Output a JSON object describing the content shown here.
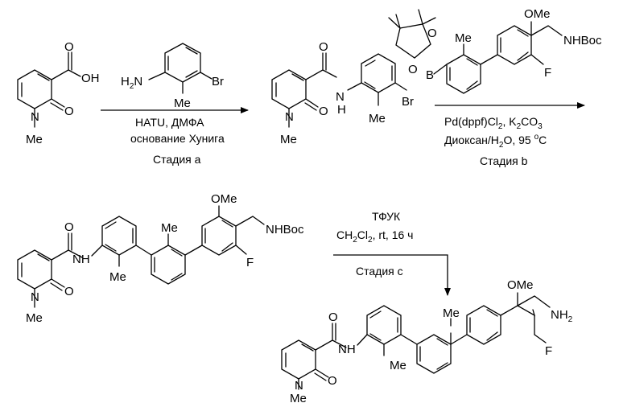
{
  "scheme": {
    "reagent_a": {
      "nh2": "H2N",
      "br": "Br",
      "me": "Me"
    },
    "step_a": {
      "line1": "HATU, ДМФА",
      "line2": "основание Хунига",
      "stage": "Стадия a"
    },
    "step_b": {
      "line1": "Pd(dppf)Cl2, K2CO3",
      "line2": "Диоксан/H2O, 95 °C",
      "stage": "Стадия b"
    },
    "step_c": {
      "line1": "ТФУК",
      "line2": "CH2Cl2, rt, 16 ч",
      "stage": "Стадия c"
    },
    "atoms": {
      "oh": "OH",
      "o": "O",
      "n": "N",
      "nh": "N",
      "h": "H",
      "me": "Me",
      "br": "Br",
      "b": "B",
      "ome": "OMe",
      "nhboc": "NHBoc",
      "f": "F",
      "nh2": "NH2"
    }
  }
}
